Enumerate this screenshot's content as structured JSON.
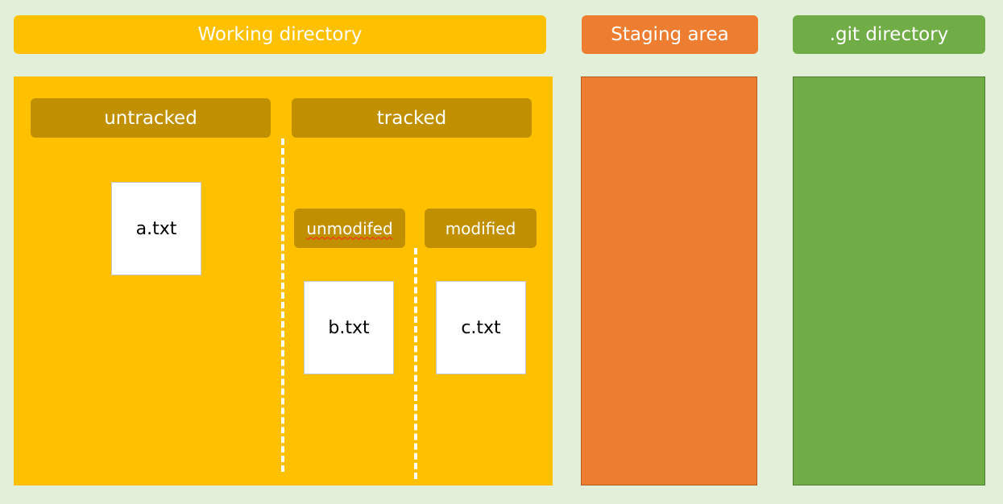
{
  "headers": {
    "working_directory": "Working directory",
    "staging_area": "Staging area",
    "git_directory": ".git directory"
  },
  "working": {
    "untracked": "untracked",
    "tracked": "tracked",
    "unmodified": "unmodifed",
    "modified": "modified"
  },
  "files": {
    "a": "a.txt",
    "b": "b.txt",
    "c": "c.txt"
  },
  "colors": {
    "background": "#e2efd9",
    "working": "#ffc000",
    "working_subheader": "#c09000",
    "staging": "#ed7d31",
    "git": "#70ad47"
  }
}
